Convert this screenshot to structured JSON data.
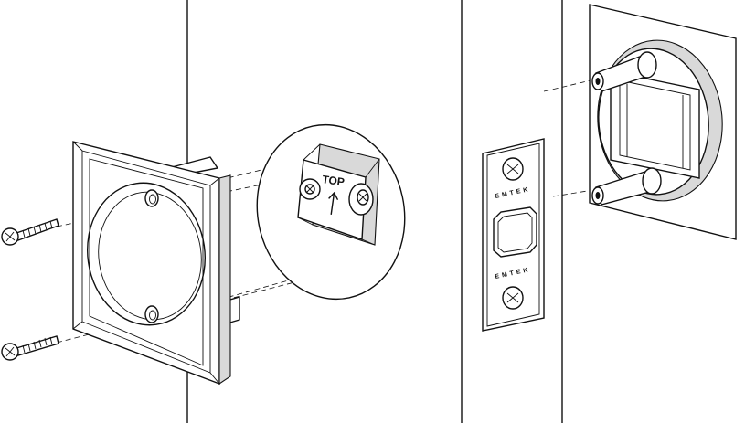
{
  "labels": {
    "orientation": "TOP",
    "brand_top": "EMTEK",
    "brand_bottom": "EMTEK"
  }
}
